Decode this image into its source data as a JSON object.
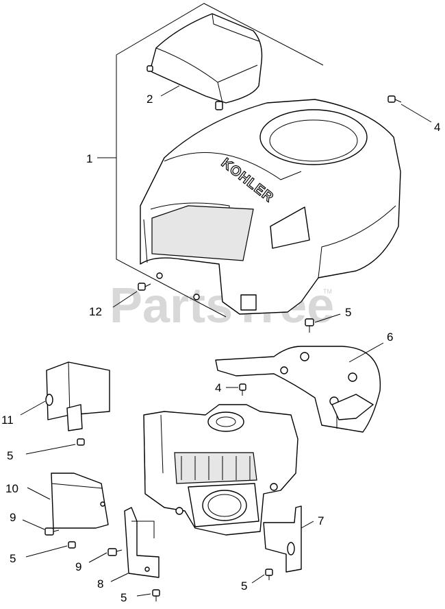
{
  "watermark": {
    "text": "PartsTree",
    "trademark": "TM"
  },
  "housing_brand": "KOHLER",
  "callouts": {
    "c1": "1",
    "c2": "2",
    "c4a": "4",
    "c12": "12",
    "c5a": "5",
    "c6": "6",
    "c4b": "4",
    "c11": "11",
    "c5b": "5",
    "c10": "10",
    "c9a": "9",
    "c5c": "5",
    "c9b": "9",
    "c8": "8",
    "c5d": "5",
    "c5e": "5",
    "c7": "7"
  }
}
